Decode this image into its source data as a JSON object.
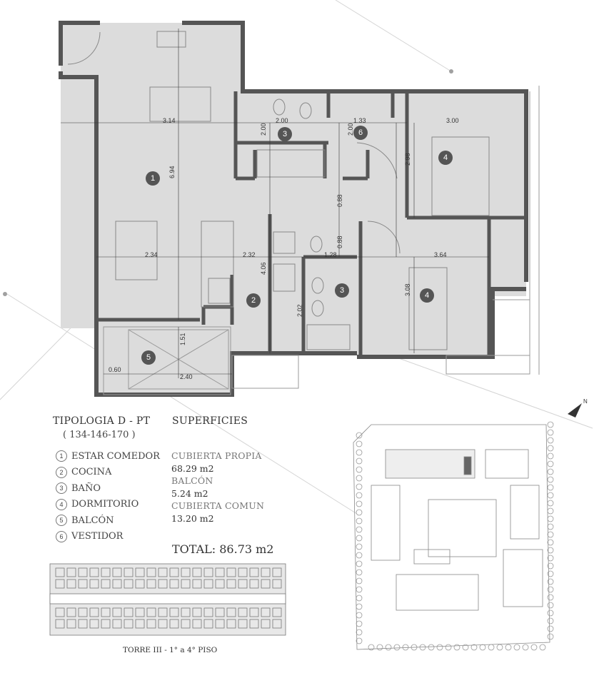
{
  "plan": {
    "dimensions": [
      "3.14",
      "6.94",
      "2.00",
      "2.00",
      "1.33",
      "2.00",
      "3.00",
      "2.98",
      "0.88",
      "0.88",
      "1.28",
      "2.34",
      "2.32",
      "4.06",
      "2.02",
      "3.64",
      "3.08",
      "1.51",
      "0.60",
      "2.40"
    ],
    "room_markers": [
      "1",
      "2",
      "3",
      "4",
      "4",
      "5",
      "6",
      "3"
    ]
  },
  "tipologia": {
    "title": "TIPOLOGIA D - PT",
    "units": "( 134-146-170 )"
  },
  "legend": [
    {
      "num": "1",
      "label": "ESTAR COMEDOR"
    },
    {
      "num": "2",
      "label": "COCINA"
    },
    {
      "num": "3",
      "label": "BAÑO"
    },
    {
      "num": "4",
      "label": "DORMITORIO"
    },
    {
      "num": "5",
      "label": "BALCÓN"
    },
    {
      "num": "6",
      "label": "VESTIDOR"
    }
  ],
  "superficies": {
    "title": "SUPERFICIES",
    "cubierta_propia_label": "CUBIERTA PROPIA",
    "cubierta_propia_value": "68.29 m2",
    "balcon_label": "BALCÓN",
    "balcon_value": "5.24 m2",
    "cubierta_comun_label": "CUBIERTA COMUN",
    "cubierta_comun_value": "13.20 m2",
    "total": "TOTAL: 86.73 m2"
  },
  "torre": {
    "label": "TORRE III - 1° a 4° PISO"
  },
  "compass": {
    "north_label": "N"
  },
  "colors": {
    "wall": "#555555",
    "floor": "#dcdcdc",
    "marker": "#555555"
  }
}
